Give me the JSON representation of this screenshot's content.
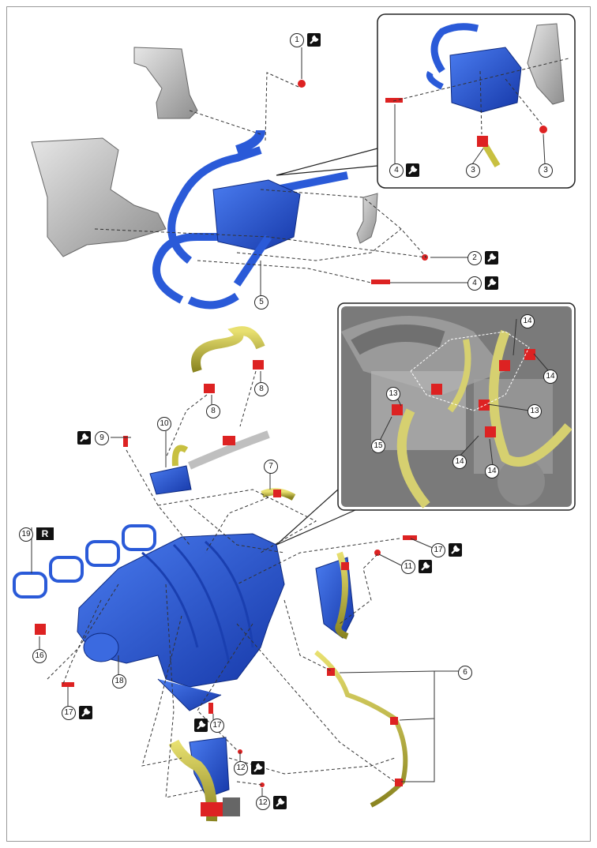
{
  "parts": [
    {
      "id": "p1",
      "label": "1",
      "torque": true
    },
    {
      "id": "p2",
      "label": "2",
      "torque": true
    },
    {
      "id": "p3a",
      "label": "3",
      "torque": false
    },
    {
      "id": "p3b",
      "label": "3",
      "torque": false
    },
    {
      "id": "p4a",
      "label": "4",
      "torque": true
    },
    {
      "id": "p4b",
      "label": "4",
      "torque": true
    },
    {
      "id": "p5",
      "label": "5",
      "torque": false
    },
    {
      "id": "p6",
      "label": "6",
      "torque": false
    },
    {
      "id": "p7",
      "label": "7",
      "torque": false
    },
    {
      "id": "p8a",
      "label": "8",
      "torque": false
    },
    {
      "id": "p8b",
      "label": "8",
      "torque": false
    },
    {
      "id": "p9",
      "label": "9",
      "torque": true
    },
    {
      "id": "p10",
      "label": "10",
      "torque": false
    },
    {
      "id": "p11",
      "label": "11",
      "torque": true
    },
    {
      "id": "p12a",
      "label": "12",
      "torque": true
    },
    {
      "id": "p12b",
      "label": "12",
      "torque": true
    },
    {
      "id": "p13a",
      "label": "13",
      "torque": false
    },
    {
      "id": "p13b",
      "label": "13",
      "torque": false
    },
    {
      "id": "p14a",
      "label": "14",
      "torque": false
    },
    {
      "id": "p14b",
      "label": "14",
      "torque": false
    },
    {
      "id": "p14c",
      "label": "14",
      "torque": false
    },
    {
      "id": "p14d",
      "label": "14",
      "torque": false
    },
    {
      "id": "p15",
      "label": "15",
      "torque": false
    },
    {
      "id": "p16",
      "label": "16",
      "torque": false
    },
    {
      "id": "p17a",
      "label": "17",
      "torque": true
    },
    {
      "id": "p17b",
      "label": "17",
      "torque": true
    },
    {
      "id": "p17c",
      "label": "17",
      "torque": true
    },
    {
      "id": "p18",
      "label": "18",
      "torque": false
    },
    {
      "id": "p19",
      "label": "19",
      "torque": false
    }
  ],
  "replace_mark": "R",
  "icons": {
    "torque": "wrench-icon",
    "replace": "replace-badge-icon"
  },
  "colors": {
    "part_blue": "#2255cc",
    "hose_yellow": "#c8c040",
    "clip_red": "#dd2222",
    "bracket_gray": "#bbbbbb"
  }
}
